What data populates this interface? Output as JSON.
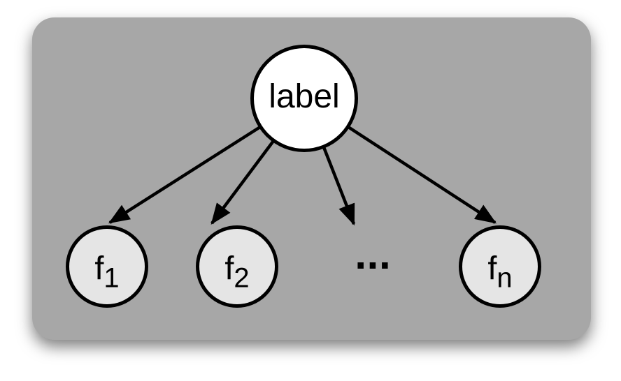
{
  "diagram": {
    "root_node": {
      "label": "label"
    },
    "feature_nodes": [
      {
        "base": "f",
        "subscript": "1"
      },
      {
        "base": "f",
        "subscript": "2"
      },
      {
        "base": "f",
        "subscript": "n"
      }
    ],
    "ellipsis": ". . .",
    "edges": [
      {
        "from": "label",
        "to": "f1"
      },
      {
        "from": "label",
        "to": "f2"
      },
      {
        "from": "label",
        "to": "ellipsis"
      },
      {
        "from": "label",
        "to": "fn"
      }
    ],
    "colors": {
      "background": "#ffffff",
      "panel": "#a7a7a7",
      "root_node_fill": "#ffffff",
      "feature_node_fill": "#e5e5e5",
      "stroke": "#000000"
    }
  }
}
